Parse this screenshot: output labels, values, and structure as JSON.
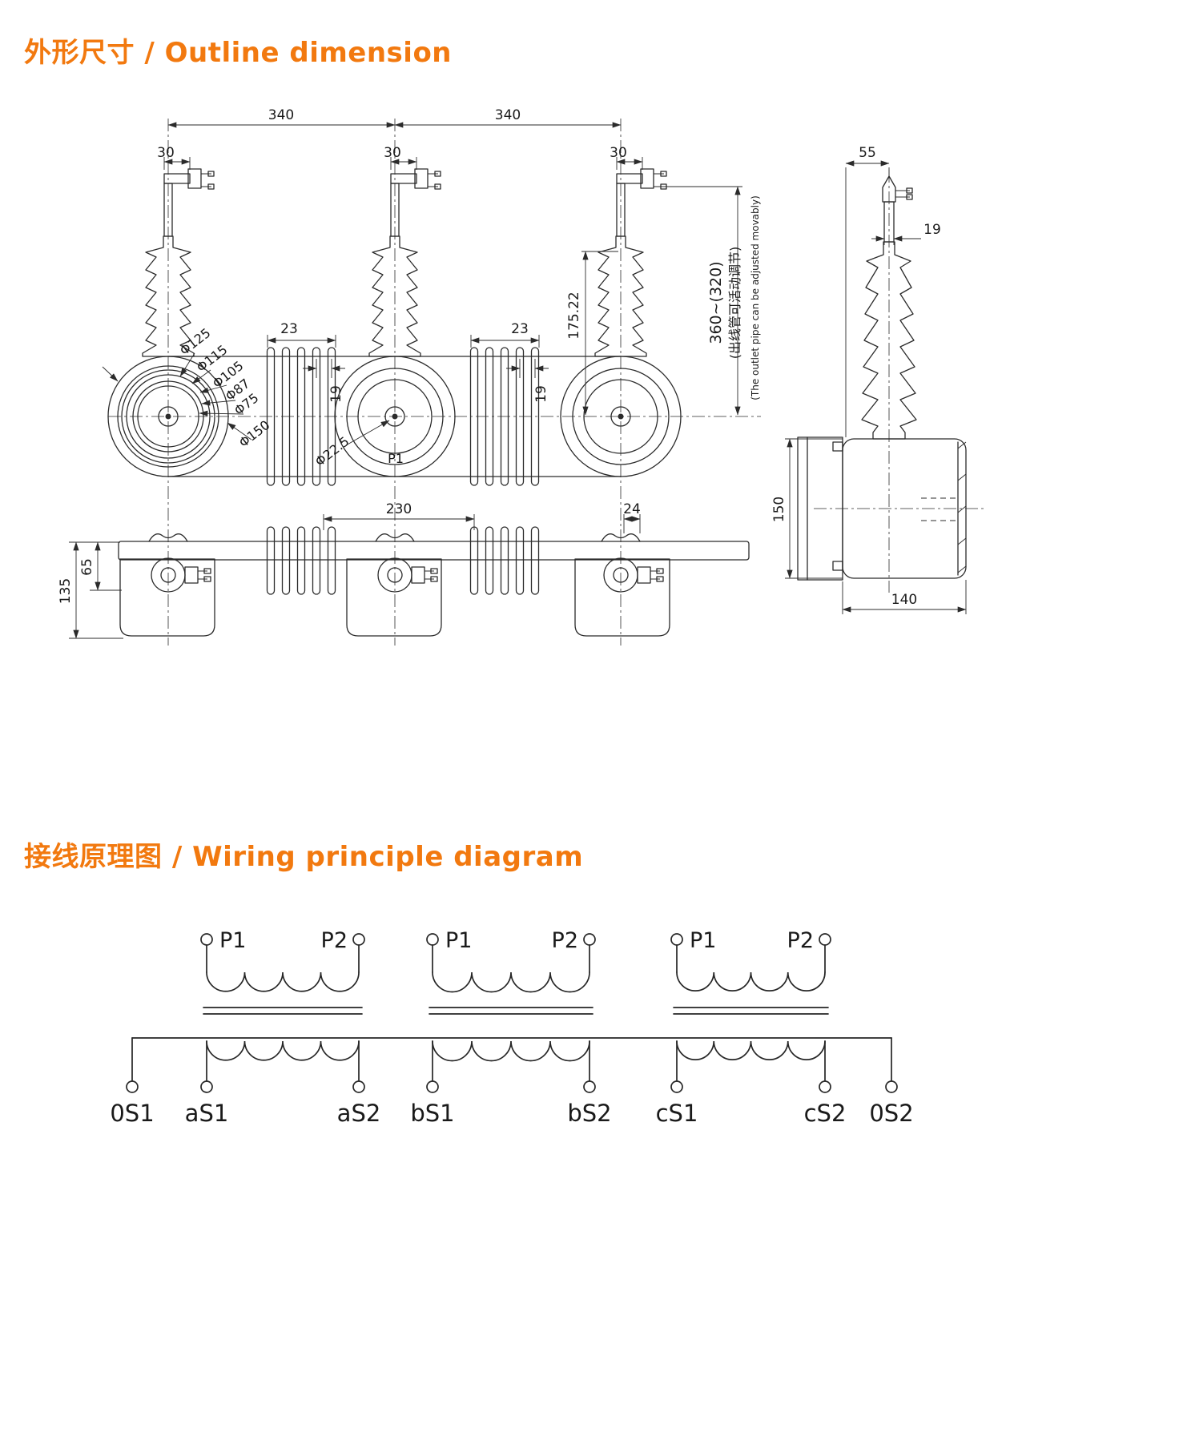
{
  "page": {
    "background": "#ffffff",
    "accent": "#f2790f"
  },
  "outline_section": {
    "title": "外形尺寸 / Outline dimension",
    "dims": {
      "span_left": "340",
      "span_right": "340",
      "offset_1": "30",
      "offset_2": "30",
      "offset_3": "30",
      "fin_group_1": "23",
      "fin_group_2": "23",
      "fin_pitch_1": "19",
      "fin_pitch_2": "19",
      "height_175": "175.22",
      "adjust_range": "360~(320)",
      "adjust_note_cn": "(出线管可活动调节)",
      "adjust_note_en": "(The outlet pipe can be adjusted movably)",
      "dia_125": "Φ125",
      "dia_115": "Φ115",
      "dia_105": "Φ105",
      "dia_87": "Φ87",
      "dia_75": "Φ75",
      "dia_150": "Φ150",
      "dia_22_5": "Φ22.5",
      "p1_mark": "P1",
      "bottom_230": "230",
      "bottom_24": "24",
      "bottom_135": "135",
      "bottom_65": "65",
      "side_55": "55",
      "side_19": "19",
      "side_150": "150",
      "side_140": "140"
    }
  },
  "wiring_section": {
    "title": "接线原理图 / Wiring principle diagram",
    "units": [
      {
        "primary_left": "P1",
        "primary_right": "P2"
      },
      {
        "primary_left": "P1",
        "primary_right": "P2"
      },
      {
        "primary_left": "P1",
        "primary_right": "P2"
      }
    ],
    "terminals": [
      "0S1",
      "aS1",
      "aS2",
      "bS1",
      "bS2",
      "cS1",
      "cS2",
      "0S2"
    ]
  }
}
